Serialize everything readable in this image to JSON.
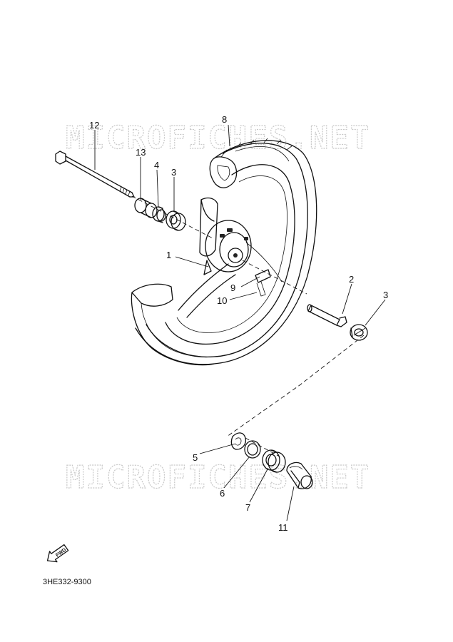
{
  "watermark": "MICROFICHES.NET",
  "diagram_code": "3HE332-9300",
  "fwd_label": "FWD",
  "callouts": {
    "c1": "1",
    "c2": "2",
    "c3a": "3",
    "c3b": "3",
    "c4": "4",
    "c5": "5",
    "c6": "6",
    "c7": "7",
    "c8": "8",
    "c9": "9",
    "c10": "10",
    "c11": "11",
    "c12": "12",
    "c13": "13"
  }
}
